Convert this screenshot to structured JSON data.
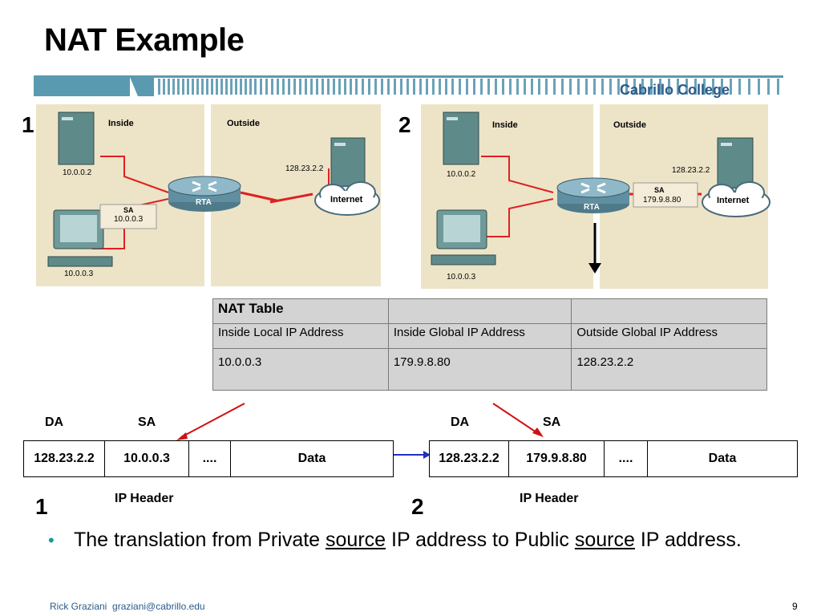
{
  "slide": {
    "title": "NAT Example",
    "college": "Cabrillo College",
    "footer_author": "Rick Graziani",
    "footer_email": "graziani@cabrillo.edu",
    "page_number": "9"
  },
  "diagram_1": {
    "step": "1",
    "inside_label": "Inside",
    "outside_label": "Outside",
    "server_ip": "10.0.0.2",
    "pc_ip": "10.0.0.3",
    "router_label": "RTA",
    "sa_label": "SA",
    "sa_value": "10.0.0.3",
    "internet_ip": "128.23.2.2",
    "internet_label": "Internet"
  },
  "diagram_2": {
    "step": "2",
    "inside_label": "Inside",
    "outside_label": "Outside",
    "server_ip": "10.0.0.2",
    "pc_ip": "10.0.0.3",
    "router_label": "RTA",
    "sa_label": "SA",
    "sa_value": "179.9.8.80",
    "internet_ip": "128.23.2.2",
    "internet_label": "Internet"
  },
  "nat_table": {
    "title": "NAT Table",
    "columns": [
      "Inside Local IP Address",
      "Inside Global IP Address",
      "Outside Global IP Address"
    ],
    "rows": [
      [
        "10.0.0.3",
        "179.9.8.80",
        "128.23.2.2"
      ]
    ]
  },
  "packet_1": {
    "da_label": "DA",
    "sa_label": "SA",
    "da": "128.23.2.2",
    "sa": "10.0.0.3",
    "dots": "....",
    "data": "Data",
    "caption": "IP Header",
    "step": "1"
  },
  "packet_2": {
    "da_label": "DA",
    "sa_label": "SA",
    "da": "128.23.2.2",
    "sa": "179.9.8.80",
    "dots": "....",
    "data": "Data",
    "caption": "IP Header",
    "step": "2"
  },
  "bullet": {
    "text_1": "The translation from Private ",
    "underline_1": "source",
    "text_2": " IP address to Public ",
    "underline_2": "source",
    "text_3": " IP address."
  },
  "colors": {
    "panel": "#ede4c8",
    "link": "#e02020",
    "arrow_red": "#d01010",
    "arrow_blue": "#2030c0",
    "brand": "#2a5c8a",
    "bullet": "#1a9a9a"
  }
}
